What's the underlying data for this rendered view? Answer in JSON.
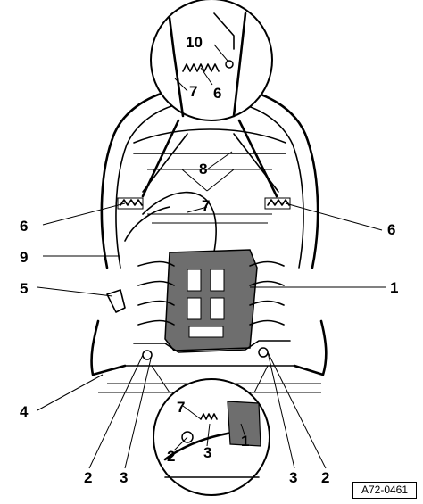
{
  "figure": {
    "reference_code": "A72-0461"
  },
  "callouts": {
    "c1_main": "1",
    "c1_detail": "1",
    "c2_left": "2",
    "c2_right": "2",
    "c2_detail": "2",
    "c3_left": "3",
    "c3_right": "3",
    "c3_detail": "3",
    "c4": "4",
    "c5": "5",
    "c6_left": "6",
    "c6_right": "6",
    "c6_detail": "6",
    "c7_main": "7",
    "c7_top_detail": "7",
    "c7_bottom_detail": "7",
    "c8": "8",
    "c9": "9",
    "c10": "10"
  }
}
